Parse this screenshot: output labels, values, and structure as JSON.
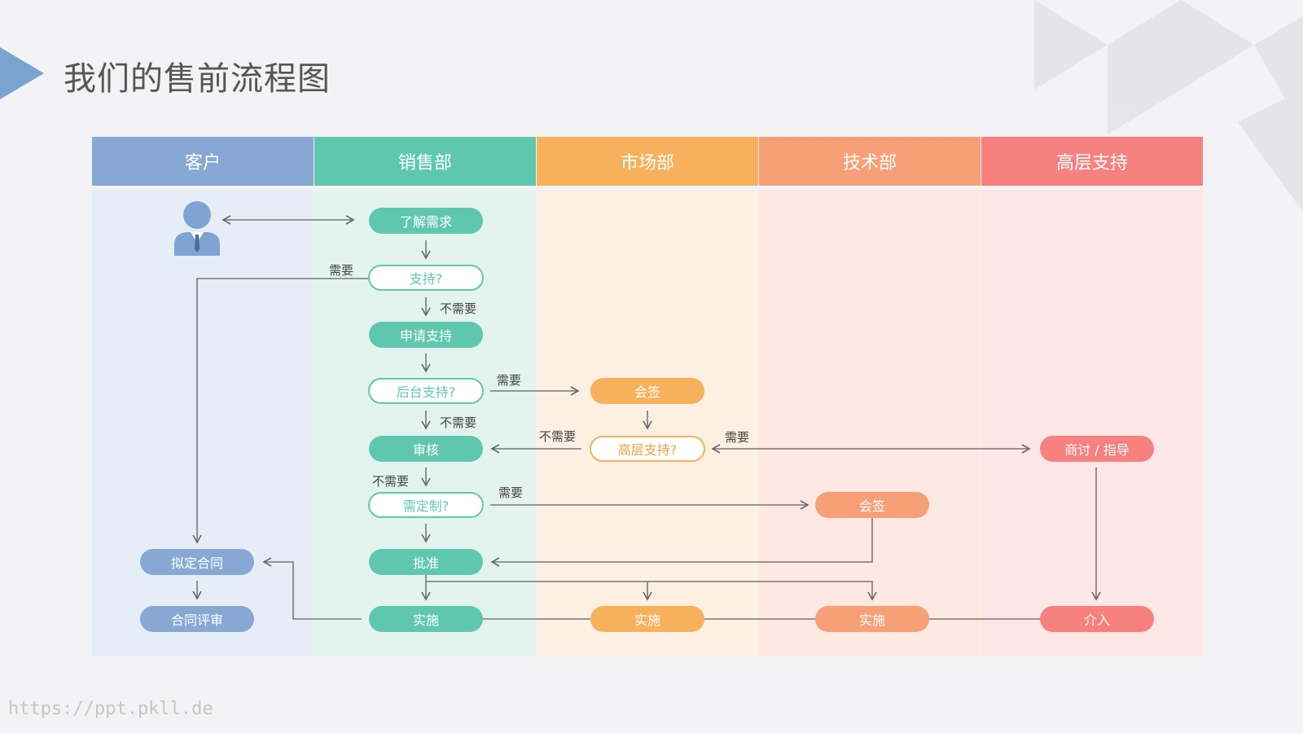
{
  "page": {
    "title": "我们的售前流程图",
    "watermark": "https://ppt.pkll.de"
  },
  "colors": {
    "customer": "#86a8d3",
    "sales": "#5fc7ae",
    "market": "#f7b05c",
    "tech": "#f79f76",
    "exec": "#f6817f"
  },
  "lanes": [
    {
      "name": "客户"
    },
    {
      "name": "销售部"
    },
    {
      "name": "市场部"
    },
    {
      "name": "技术部"
    },
    {
      "name": "高层支持"
    }
  ],
  "nodes": {
    "understand": "了解需求",
    "need_support": "支持?",
    "apply_support": "申请支持",
    "backend_support": "后台支持?",
    "review": "审核",
    "need_custom": "需定制?",
    "approve": "批准",
    "sales_implement": "实施",
    "draft_contract": "拟定合同",
    "contract_review": "合同评审",
    "market_cosign": "会签",
    "exec_support": "高层支持?",
    "market_implement": "实施",
    "tech_cosign": "会签",
    "tech_implement": "实施",
    "discuss_guide": "商讨 / 指导",
    "intervene": "介入"
  },
  "edge_labels": {
    "support_need": "需要",
    "support_no_need": "不需要",
    "backend_need": "需要",
    "backend_no_need": "不需要",
    "market_no_need": "不需要",
    "exec_need": "需要",
    "review_no_need": "不需要",
    "custom_need": "需要"
  }
}
